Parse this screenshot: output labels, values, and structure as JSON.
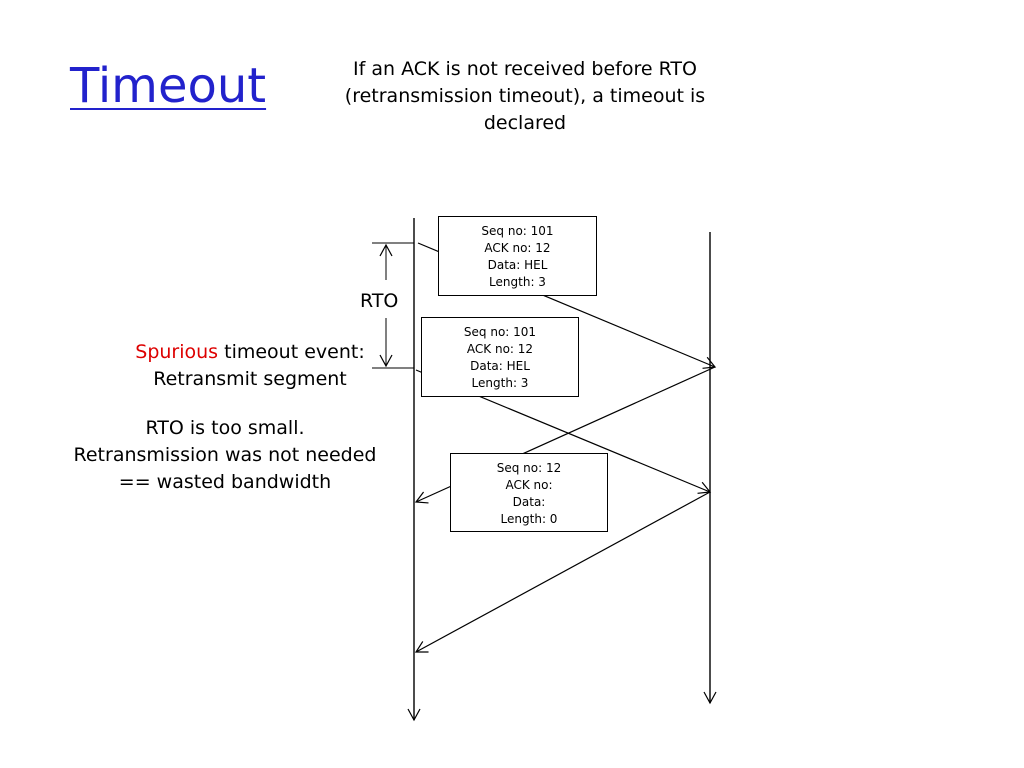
{
  "slide": {
    "title": "Timeout",
    "description": "If an ACK is not received before RTO (retransmission timeout), a timeout is declared",
    "rto_label": "RTO",
    "spurious_word": "Spurious",
    "spurious_rest": " timeout event:",
    "retransmit_line": "Retransmit segment",
    "too_small": {
      "line1": "RTO is too small.",
      "line2": "Retransmission was not needed",
      "line3": "== wasted bandwidth"
    },
    "accent_color": "#dd0000",
    "title_color": "#2222cc"
  },
  "segments": [
    {
      "seq": "Seq no: 101",
      "ack": "ACK no: 12",
      "data": "Data: HEL",
      "length": "Length: 3"
    },
    {
      "seq": "Seq no: 101",
      "ack": "ACK no: 12",
      "data": "Data: HEL",
      "length": "Length: 3"
    },
    {
      "seq": "Seq no: 12",
      "ack": "ACK no:",
      "data": "Data:",
      "length": "Length: 0"
    }
  ]
}
